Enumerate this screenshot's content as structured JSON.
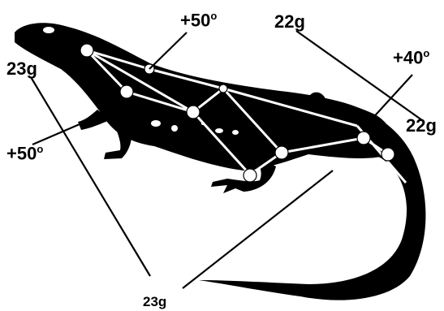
{
  "colors": {
    "silhouette": "#000000",
    "marker": "#ffffff",
    "background": "#ffffff"
  },
  "labels": {
    "top_center": "+50",
    "top_center_suffix": "o",
    "top_right_weight": "22g",
    "right_angle": "+40",
    "right_angle_suffix": "o",
    "right_weight": "22g",
    "left_weight": "23g",
    "left_angle": "+50",
    "left_angle_suffix": "o",
    "bottom_weight": "23g"
  }
}
